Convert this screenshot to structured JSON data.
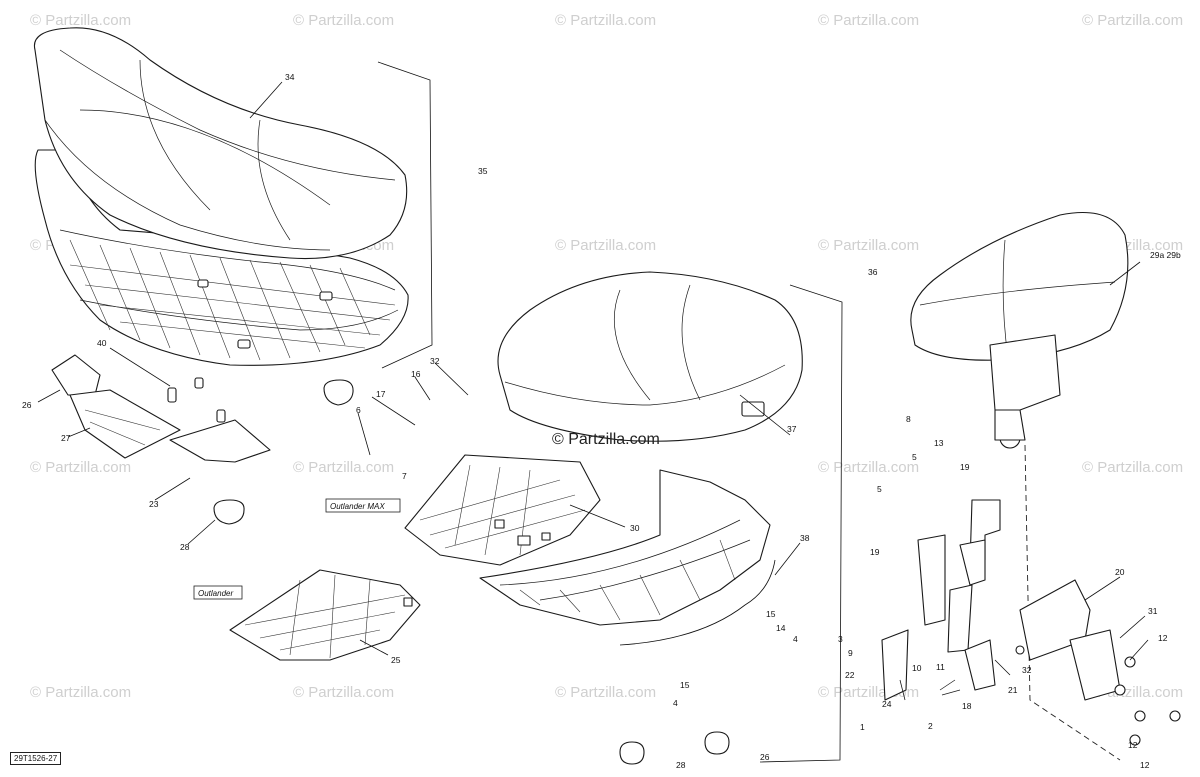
{
  "watermark": "© Partzilla.com",
  "center_watermark": "© Partzilla.com",
  "model_labels": {
    "max": "Outlander MAX",
    "std": "Outlander"
  },
  "reference": "29T1526-27",
  "callouts": {
    "c34": "34",
    "c35": "35",
    "c36": "36",
    "c37": "37",
    "c40": "40",
    "c26a": "26",
    "c27": "27",
    "c23": "23",
    "c28a": "28",
    "c32a": "32",
    "c16": "16",
    "c17": "17",
    "c6": "6",
    "c7": "7",
    "c30": "30",
    "c25": "25",
    "c38": "38",
    "c15a": "15",
    "c14": "14",
    "c4a": "4",
    "c15b": "15",
    "c4b": "4",
    "c28b": "28",
    "c26b": "26",
    "c29": "29a 29b",
    "c8": "8",
    "c13": "13",
    "c5a": "5",
    "c5b": "5",
    "c19a": "19",
    "c19b": "19",
    "c20": "20",
    "c31": "31",
    "c12a": "12",
    "c12b": "12",
    "c12c": "12",
    "c3": "3",
    "c9": "9",
    "c10": "10",
    "c22": "22",
    "c11": "11",
    "c21": "21",
    "c32b": "32",
    "c24": "24",
    "c18": "18",
    "c1": "1",
    "c2": "2"
  }
}
